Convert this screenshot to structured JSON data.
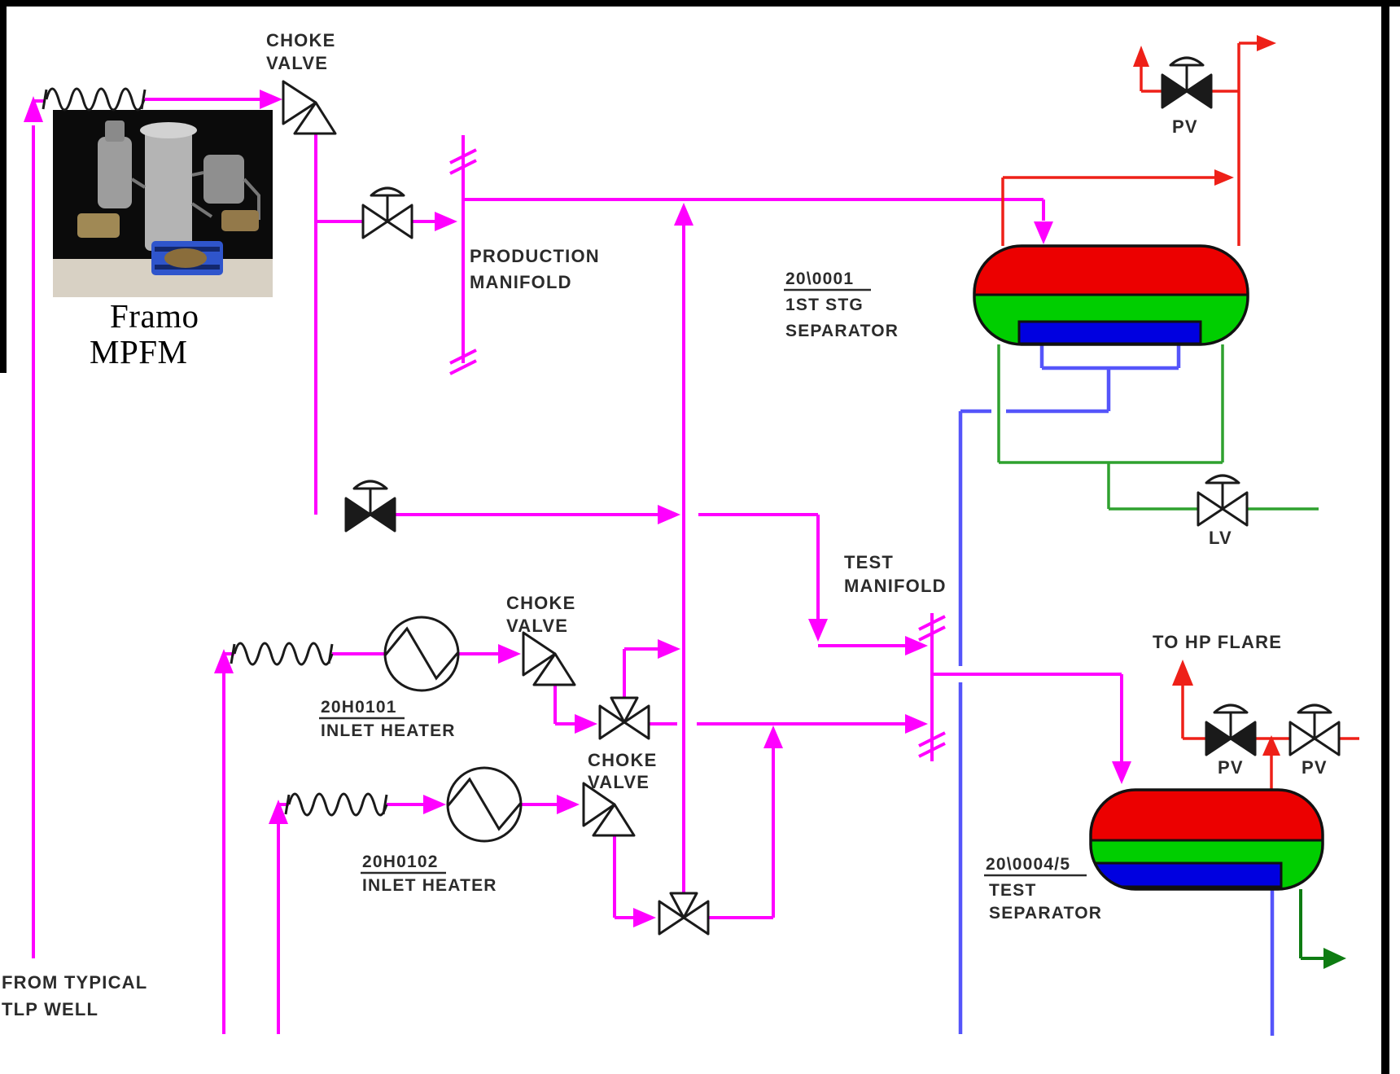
{
  "labels": {
    "choke_valve_top": {
      "line1": "CHOKE",
      "line2": "VALVE"
    },
    "framo": {
      "line1": "Framo",
      "line2": "MPFM"
    },
    "production_manifold": {
      "line1": "PRODUCTION",
      "line2": "MANIFOLD"
    },
    "pv_top": "PV",
    "separator1": {
      "line1": "20\\0001",
      "line2": "1ST STG",
      "line3": "SEPARATOR"
    },
    "lv": "LV",
    "test_manifold": {
      "line1": "TEST",
      "line2": "MANIFOLD"
    },
    "choke_valve_mid": {
      "line1": "CHOKE",
      "line2": "VALVE"
    },
    "choke_valve_low": {
      "line1": "CHOKE",
      "line2": "VALVE"
    },
    "heater1": {
      "line1": "20H0101",
      "line2": "INLET HEATER"
    },
    "heater2": {
      "line1": "20H0102",
      "line2": "INLET HEATER"
    },
    "to_hp_flare": "TO HP FLARE",
    "pv_test_left": "PV",
    "pv_test_right": "PV",
    "separator2": {
      "line1": "20\\0004/5",
      "line2": "TEST",
      "line3": "SEPARATOR"
    },
    "from_well": {
      "line1": "FROM TYPICAL",
      "line2": "TLP WELL"
    }
  },
  "colors": {
    "magenta": "#FF00FF",
    "red": "#EE2018",
    "green": "#2FA12F",
    "dark_green": "#0E7C12",
    "blue": "#5555FA",
    "vessel_red": "#EC0000",
    "vessel_green": "#00CE00",
    "vessel_blue": "#0000E0",
    "symbol": "#1A1A1A",
    "text": "#2B2B2B",
    "border": "#000000"
  }
}
